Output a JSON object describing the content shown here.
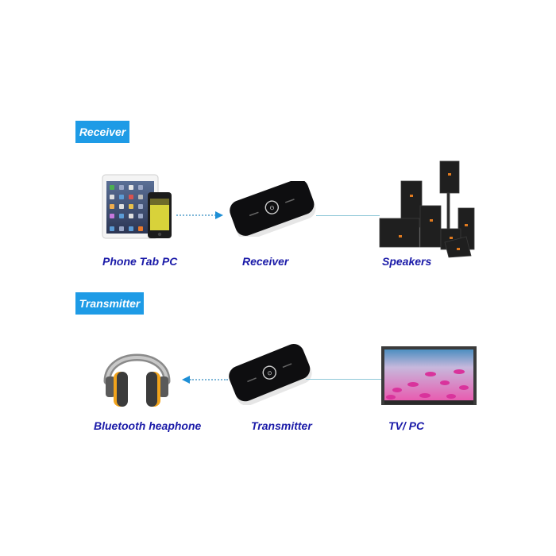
{
  "colors": {
    "tag_bg": "#1e9be6",
    "tag_text": "#ffffff",
    "caption_text": "#1a1aa8",
    "arrow": "#1e8fd6",
    "connector_line": "#8fc8d8"
  },
  "receiver_section": {
    "tag": "Receiver",
    "source": {
      "caption": "Phone Tab PC",
      "icon": "tablet-phone-icon"
    },
    "device": {
      "caption": "Receiver",
      "icon": "bluetooth-adapter-icon"
    },
    "output": {
      "caption": "Speakers",
      "icon": "speakers-icon"
    },
    "flow": "source-to-device-to-output"
  },
  "transmitter_section": {
    "tag": "Transmitter",
    "output": {
      "caption": "Bluetooth heaphone",
      "icon": "headphones-icon"
    },
    "device": {
      "caption": "Transmitter",
      "icon": "bluetooth-adapter-icon"
    },
    "source": {
      "caption": "TV/ PC",
      "icon": "tv-monitor-icon"
    },
    "flow": "source-to-device-to-output"
  }
}
